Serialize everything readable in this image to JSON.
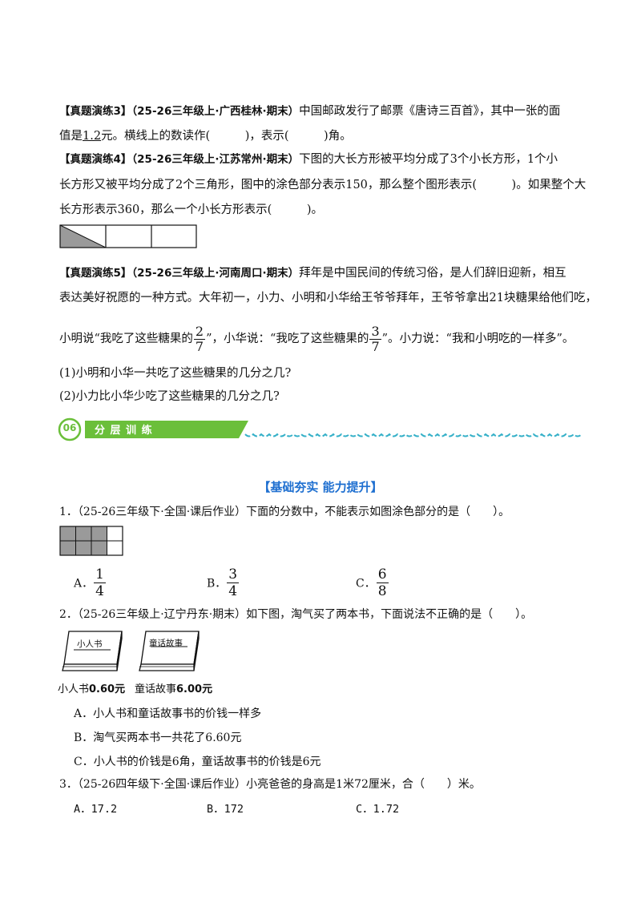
{
  "q3": {
    "tag": "【真题演练3】",
    "source": "（25-26三年级上·广西桂林·期末）",
    "line1": "中国邮政发行了邮票《唐诗三百首》，其中一张的面",
    "line2_pre": "值是",
    "line2_val": "1.2",
    "line2_post": "元。横线上的数读作(　　　)，表示(　　　)角。"
  },
  "q4": {
    "tag": "【真题演练4】",
    "source": "（25-26三年级上·江苏常州·期末）",
    "line1": "下图的大长方形被平均分成了3个小长方形，1个小",
    "line2": "长方形又被平均分成了2个三角形，图中的涂色部分表示150，那么整个图形表示(　　　)。如果整个大",
    "line3": "长方形表示360，那么一个小长方形表示(　　　)。"
  },
  "q5": {
    "tag": "【真题演练5】",
    "source": "（25-26三年级上·河南周口·期末）",
    "line1": "拜年是中国民间的传统习俗，是人们辞旧迎新，相互",
    "line2": "表达美好祝愿的一种方式。大年初一，小力、小明和小华给王爷爷拜年，王爷爷拿出21块糖果给他们吃，",
    "line3_a": "小明说“我吃了这些糖果的",
    "frac1_n": "2",
    "frac1_d": "7",
    "line3_b": "”，小华说：“我吃了这些糖果的",
    "frac2_n": "3",
    "frac2_d": "7",
    "line3_c": "”。小力说：“我和小明吃的一样多”。",
    "sub1": "(1)小明和小华一共吃了这些糖果的几分之几?",
    "sub2": "(2)小力比小华少吃了这些糖果的几分之几?"
  },
  "section": {
    "number": "06",
    "title": "分 层 训 练",
    "subtitle": "【基础夯实  能力提升】"
  },
  "p1": {
    "text": "1．（25-26三年级下·全国·课后作业）下面的分数中，不能表示如图涂色部分的是（　　）。",
    "opts": [
      {
        "label": "A．",
        "n": "1",
        "d": "4"
      },
      {
        "label": "B．",
        "n": "3",
        "d": "4"
      },
      {
        "label": "C．",
        "n": "6",
        "d": "8"
      }
    ]
  },
  "p2": {
    "text": "2．（25-26三年级上·辽宁丹东·期末）如下图，淘气买了两本书，下面说法不正确的是（　　）。",
    "book1_title": "小人书",
    "book2_title": "童话故事",
    "price1_name": "小人书",
    "price1_val": "0.60元",
    "price2_name": "童话故事",
    "price2_val": "6.00元",
    "optA": "A．小人书和童话故事书的价钱一样多",
    "optB": "B．淘气买两本书一共花了6.60元",
    "optC": "C．小人书的价钱是6角，童话故事书的价钱是6元"
  },
  "p3": {
    "text": "3．（25-26四年级下·全国·课后作业）小亮爸爸的身高是1米72厘米，合（　　）米。",
    "optA": "A．17.2",
    "optB": "B．172",
    "optC": "C．1.72"
  },
  "colors": {
    "accent": "#1e6fd0",
    "banner": "#6bbf3a",
    "wave": "#35b0c8",
    "shade": "#9a9a9a"
  }
}
